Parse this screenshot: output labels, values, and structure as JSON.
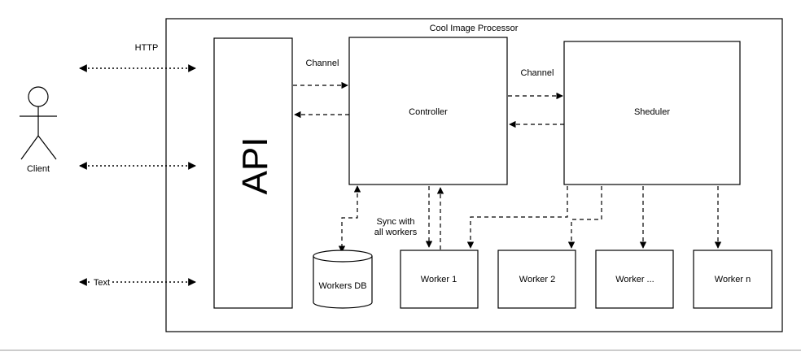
{
  "system": {
    "title": "Cool Image Processor"
  },
  "client": {
    "label": "Client"
  },
  "connections": {
    "http_label": "HTTP",
    "text_label": "Text",
    "channel_label_1": "Channel",
    "channel_label_2": "Channel",
    "sync_label_line1": "Sync with",
    "sync_label_line2": "all workers"
  },
  "api": {
    "label": "API"
  },
  "controller": {
    "label": "Controller"
  },
  "scheduler": {
    "label": "Sheduler"
  },
  "database": {
    "label": "Workers DB"
  },
  "workers": [
    {
      "label": "Worker 1"
    },
    {
      "label": "Worker 2"
    },
    {
      "label": "Worker ..."
    },
    {
      "label": "Worker n"
    }
  ]
}
